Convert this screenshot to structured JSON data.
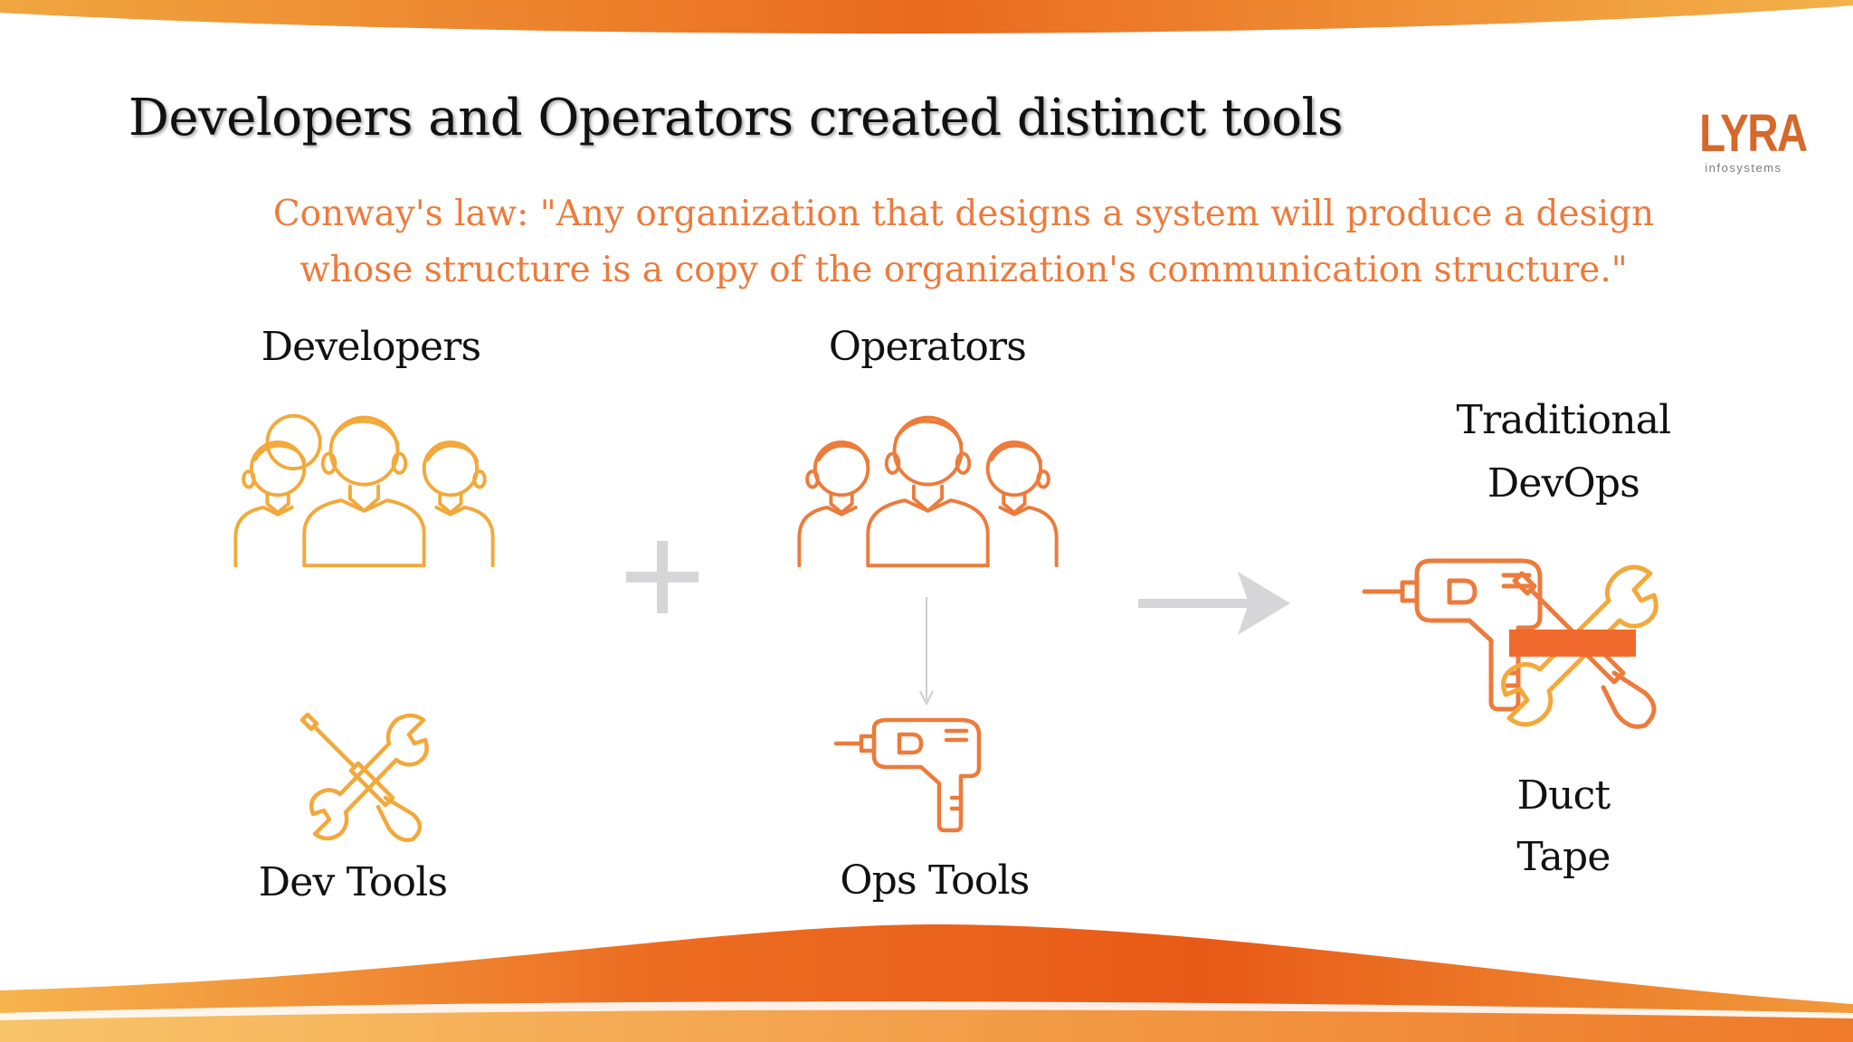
{
  "slide": {
    "title": "Developers and Operators created distinct tools",
    "quote_lines": [
      "Conway's law: \"Any organization that designs a system will produce a design",
      "whose structure is a copy of the organization's communication structure.\""
    ],
    "logo": {
      "word": "LYRA",
      "sub": "infosystems"
    }
  },
  "diagram": {
    "groups": [
      {
        "label": "Developers",
        "icon": "people-group-icon",
        "color": "#f2a93b"
      },
      {
        "label": "Operators",
        "icon": "people-group-icon",
        "color": "#ec7b3c"
      }
    ],
    "operator_symbol": "plus",
    "tools": [
      {
        "label": "Dev Tools",
        "icon": "wrench-screwdriver-icon"
      },
      {
        "label": "Ops Tools",
        "icon": "drill-icon"
      }
    ],
    "result": {
      "label_lines": [
        "Traditional",
        "DevOps"
      ],
      "caption_lines": [
        "Duct",
        "Tape"
      ],
      "icon": "drill-tools-taped-icon"
    }
  },
  "colors": {
    "accent_orange": "#ec7b3c",
    "accent_yellow": "#f2a93b",
    "tape": "#ef6a2c",
    "arrow_gray": "#d6d6d8"
  }
}
